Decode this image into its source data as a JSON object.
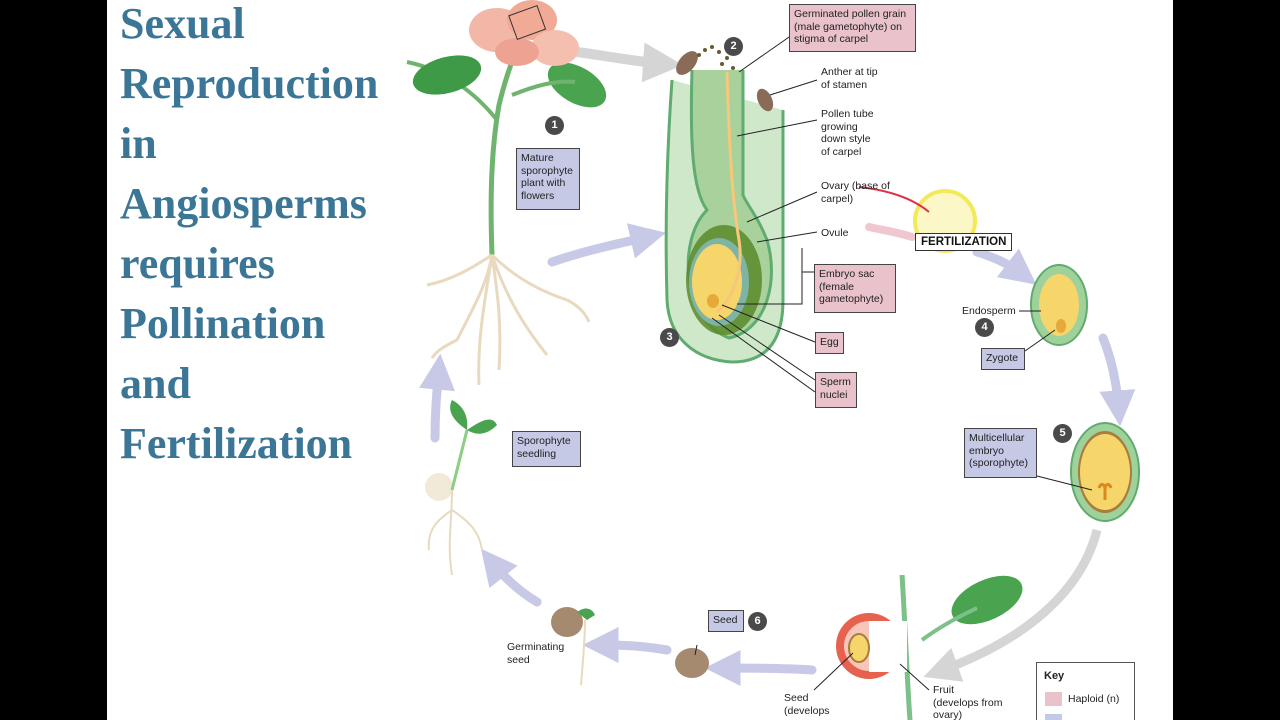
{
  "title_lines": [
    "Sexual",
    "Reproduction",
    "in",
    "Angiosperms",
    "requires",
    "Pollination",
    "and",
    "Fertilization"
  ],
  "colors": {
    "title": "#3b7696",
    "haploid_box": "#e9c2cb",
    "diploid_box": "#c5c9e6",
    "stem_green": "#7cc08a",
    "yellow_highlight": "#f2e84a",
    "cycle_arrow": "#c7c9e6"
  },
  "steps": [
    "1",
    "2",
    "3",
    "4",
    "5",
    "6"
  ],
  "boxes": {
    "mature_plant": "Mature\nsporophyte\nplant with\nflowers",
    "pollen_grain": "Germinated pollen grain\n(male gametophyte) on\nstigma of carpel",
    "embryo_sac": "Embryo sac\n(female\ngametophyte)",
    "egg": "Egg",
    "sperm": "Sperm\nnuclei",
    "zygote": "Zygote",
    "multicellular_embryo": "Multicellular\nembryo\n(sporophyte)",
    "seedling": "Sporophyte\nseedling",
    "seed": "Seed"
  },
  "labels": {
    "anther": "Anther at tip\nof stamen",
    "pollen_tube": "Pollen tube\ngrowing\ndown style\nof carpel",
    "ovary": "Ovary (base of\ncarpel)",
    "ovule": "Ovule",
    "endosperm": "Endosperm",
    "germinating_seed": "Germinating\nseed",
    "seed_develops": "Seed\n(develops",
    "fruit": "Fruit\n(develops from\novary)"
  },
  "fertilization": "FERTILIZATION",
  "key": {
    "title": "Key",
    "haploid": "Haploid (n)"
  }
}
